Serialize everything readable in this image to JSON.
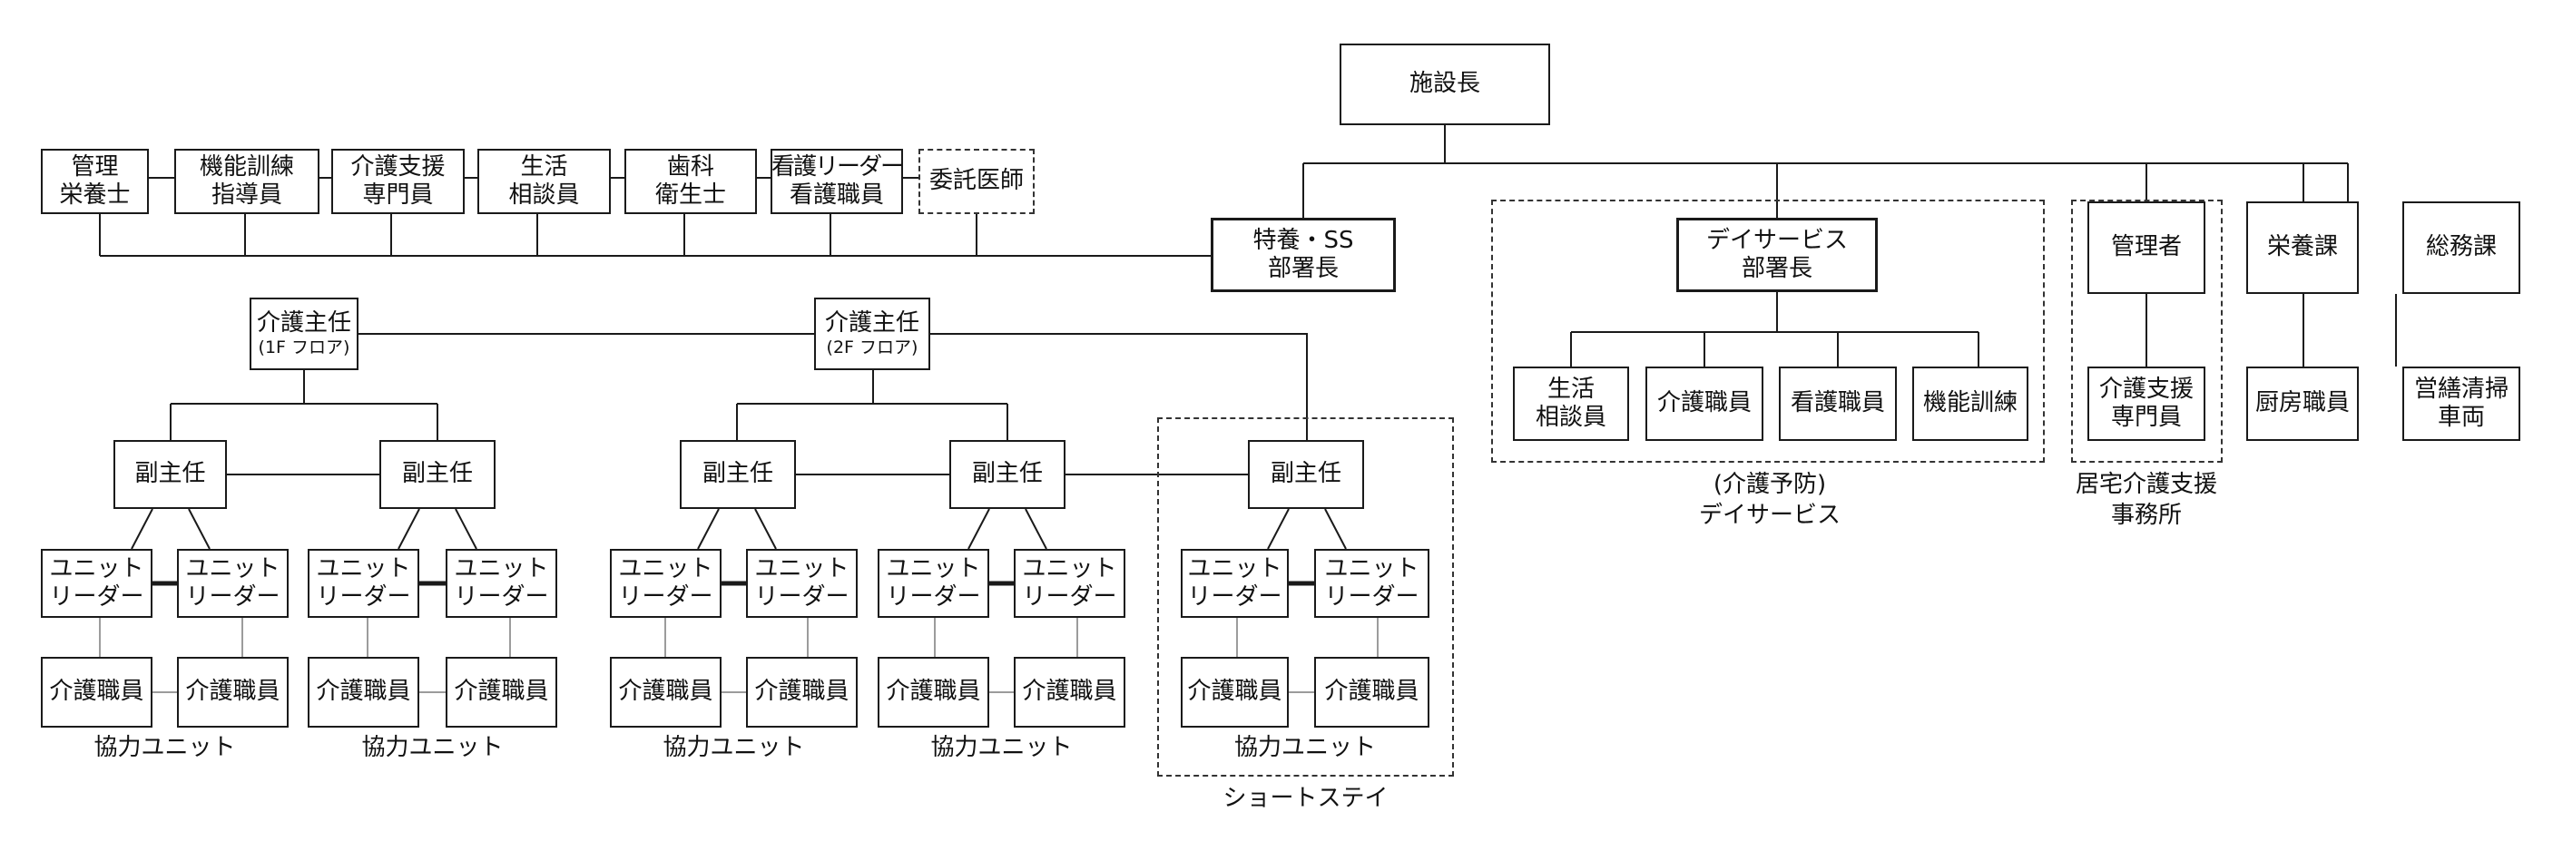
{
  "director": "施設長",
  "tokuyo_head": {
    "line1": "特養・SS",
    "line2": "部署長"
  },
  "staff_row": {
    "dietitian": [
      "管理",
      "栄養士"
    ],
    "rehab_instructor": [
      "機能訓練",
      "指導員"
    ],
    "care_manager": [
      "介護支援",
      "専門員"
    ],
    "life_counselor": [
      "生活",
      "相談員"
    ],
    "dental_hygienist": [
      "歯科",
      "衛生士"
    ],
    "nurse": [
      "看護リーダー",
      "看護職員"
    ],
    "physician": "委託医師"
  },
  "chief_1f": {
    "title": "介護主任",
    "floor": "(1F フロア)"
  },
  "chief_2f": {
    "title": "介護主任",
    "floor": "(2F フロア)"
  },
  "vice_chief": "副主任",
  "unit_leader": [
    "ユニット",
    "リーダー"
  ],
  "care_worker": "介護職員",
  "group_caption": "協力ユニット",
  "short_stay_caption": "ショートステイ",
  "day_service": {
    "head": [
      "デイサービス",
      "部署長"
    ],
    "life_counselor": [
      "生活",
      "相談員"
    ],
    "care_worker": "介護職員",
    "nurse": "看護職員",
    "rehab": "機能訓練",
    "caption": [
      "(介護予防)",
      "デイサービス"
    ]
  },
  "home_care": {
    "manager": "管理者",
    "care_manager": [
      "介護支援",
      "専門員"
    ],
    "caption": [
      "居宅介護支援",
      "事務所"
    ]
  },
  "nutrition": {
    "dept": "栄養課",
    "staff": "厨房職員"
  },
  "general_affairs": {
    "dept": "総務課",
    "staff": [
      "営繕清掃",
      "車両"
    ]
  }
}
